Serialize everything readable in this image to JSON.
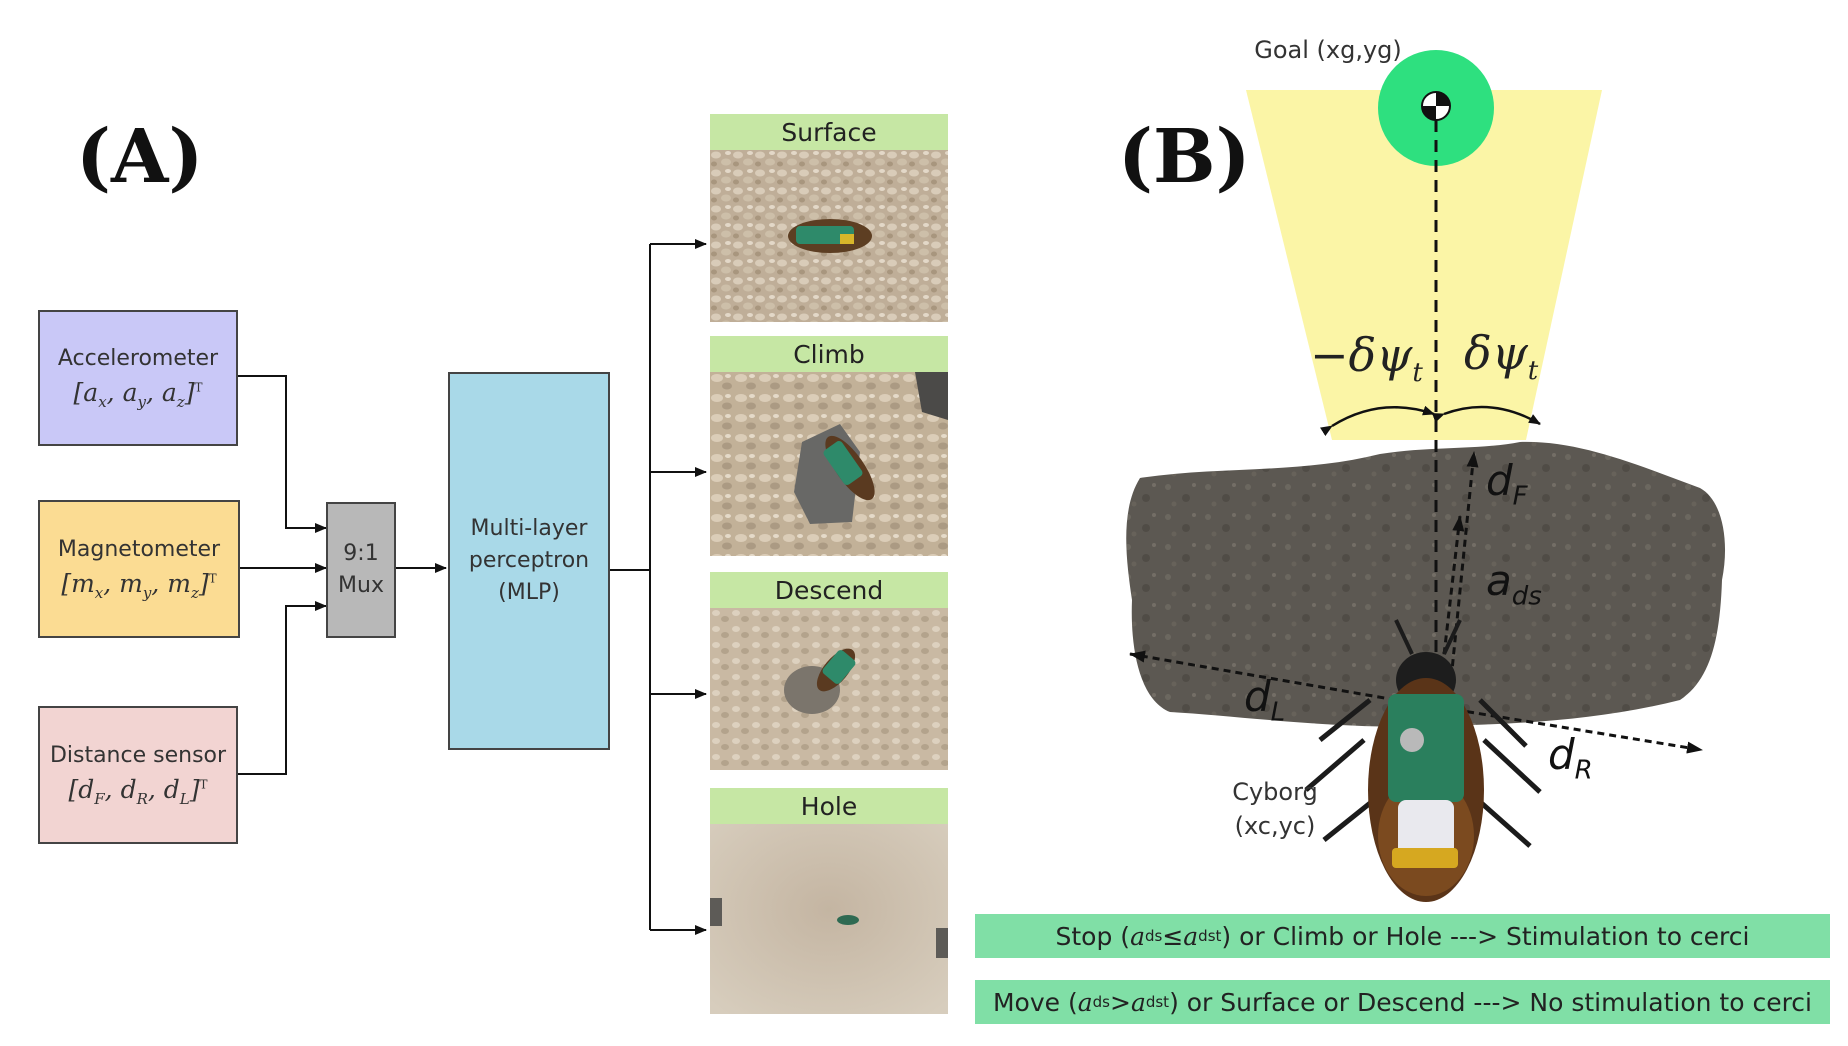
{
  "panels": {
    "a": "(A)",
    "b": "(B)"
  },
  "sensors": {
    "accelerometer": {
      "name": "Accelerometer",
      "vector": [
        "a",
        "x",
        "a",
        "y",
        "a",
        "z",
        "T"
      ],
      "color": "#c9c8f7"
    },
    "magnetometer": {
      "name": "Magnetometer",
      "vector": [
        "m",
        "x",
        "m",
        "y",
        "m",
        "z",
        "T"
      ],
      "color": "#fbdc93"
    },
    "distance": {
      "name": "Distance sensor",
      "vector": [
        "d",
        "F",
        "d",
        "R",
        "d",
        "L",
        "T"
      ],
      "color": "#f2d4d2"
    }
  },
  "mux": {
    "line1": "9:1",
    "line2": "Mux",
    "color": "#b8b8b8"
  },
  "mlp": {
    "line1": "Multi-layer",
    "line2": "perceptron",
    "line3": "(MLP)",
    "color": "#a9d9e8"
  },
  "classes": [
    "Surface",
    "Climb",
    "Descend",
    "Hole"
  ],
  "panel_b": {
    "goal": "Goal (xg,yg)",
    "cyborg_line1": "Cyborg",
    "cyborg_line2": "(xc,yc)",
    "neg_angle": "−δψ",
    "pos_angle": "δψ",
    "angle_sub": "t",
    "d_front": "d",
    "d_front_sub": "F",
    "a_ds": "a",
    "a_ds_sub": "ds",
    "d_left": "d",
    "d_left_sub": "L",
    "d_right": "d",
    "d_right_sub": "R",
    "goal_color": "#2ee07f",
    "cone_color": "#fbf5a6"
  },
  "bars": {
    "stop": {
      "pre": "Stop (",
      "v1": "a",
      "s1": "ds",
      "op": " ≤ ",
      "v2": "a",
      "s2": "dst",
      "post": ") or Climb or Hole ---> Stimulation to cerci"
    },
    "move": {
      "pre": "Move (",
      "v1": "a",
      "s1": "ds",
      "op": " > ",
      "v2": "a",
      "s2": "dst",
      "post": ") or Surface or Descend ---> No stimulation to cerci"
    }
  }
}
